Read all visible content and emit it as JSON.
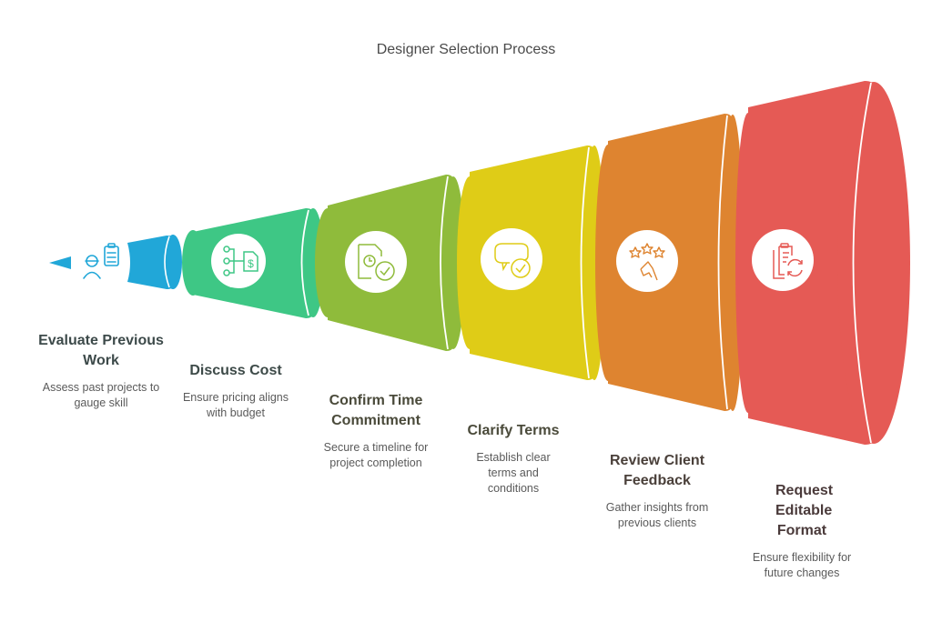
{
  "title": "Designer Selection Process",
  "steps": [
    {
      "heading": "Evaluate Previous Work",
      "description": "Assess past projects to gauge skill",
      "icon": "worker-clipboard-icon",
      "color": "#21a7d8",
      "text_color": "#3d4a4a"
    },
    {
      "heading": "Discuss Cost",
      "description": "Ensure pricing aligns with budget",
      "icon": "hierarchy-dollar-document-icon",
      "color": "#3ec785",
      "text_color": "#3d4a48"
    },
    {
      "heading": "Confirm Time Commitment",
      "description": "Secure a timeline for project completion",
      "icon": "document-clock-check-icon",
      "color": "#8fbb3b",
      "text_color": "#4a4a3a"
    },
    {
      "heading": "Clarify Terms",
      "description": "Establish clear terms and conditions",
      "icon": "speech-bubble-check-icon",
      "color": "#dfcc17",
      "text_color": "#4a4a3a"
    },
    {
      "heading": "Review Client Feedback",
      "description": "Gather insights from previous clients",
      "icon": "stars-thumbs-icon",
      "color": "#de8430",
      "text_color": "#4a403a"
    },
    {
      "heading": "Request Editable Format",
      "description": "Ensure flexibility for future changes",
      "icon": "clipboard-refresh-icon",
      "color": "#e55a55",
      "text_color": "#4a3a3a"
    }
  ]
}
